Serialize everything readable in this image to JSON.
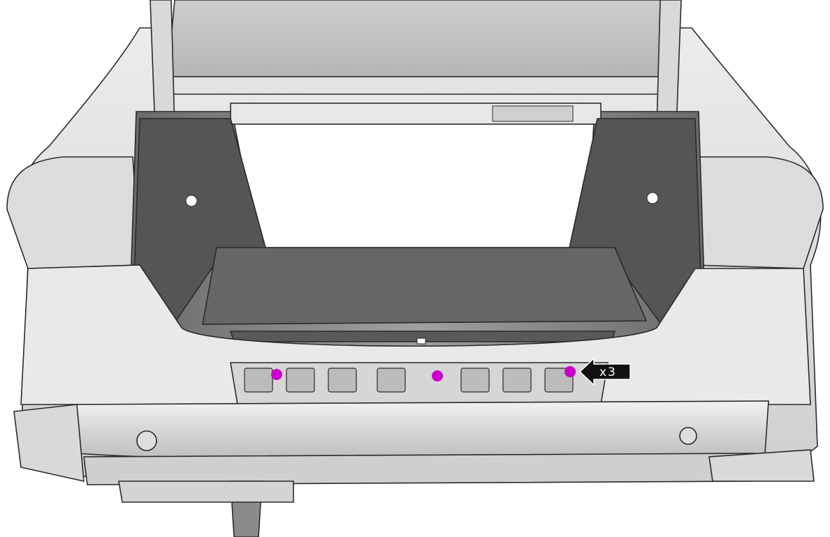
{
  "diagram": {
    "subject": "vehicle-rear-luggage-compartment",
    "callout": {
      "label": "x3",
      "arrow_direction": "left"
    },
    "markers": [
      {
        "name": "fastener-marker-1",
        "color": "#cc00cc"
      },
      {
        "name": "fastener-marker-2",
        "color": "#cc00cc"
      },
      {
        "name": "fastener-marker-3",
        "color": "#cc00cc"
      }
    ],
    "colors": {
      "body": "#e6e6e6",
      "body_shade": "#c9c9c9",
      "dark_shade": "#7a7a7a",
      "floor": "#666666",
      "outline": "#2a2a2a",
      "marker": "#cc00cc",
      "callout_bg": "#111111",
      "callout_text": "#ffffff"
    }
  }
}
